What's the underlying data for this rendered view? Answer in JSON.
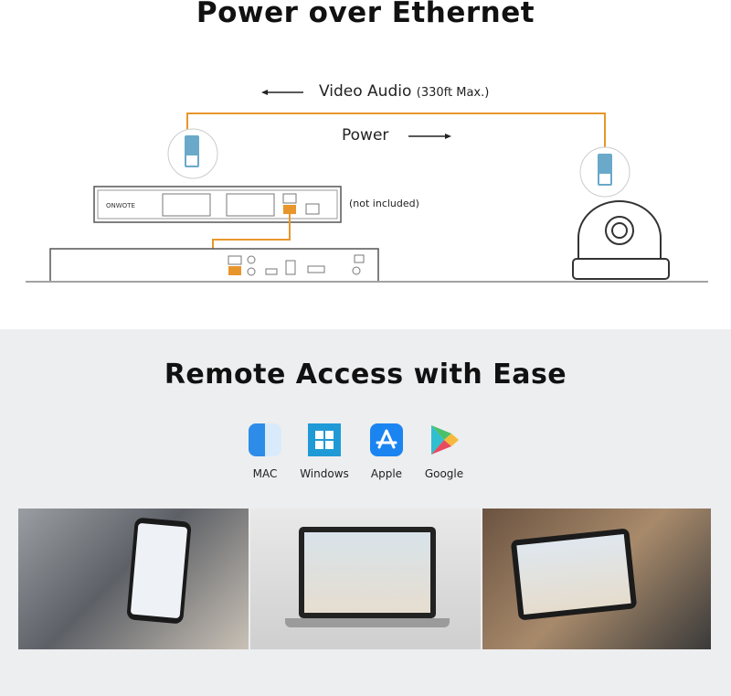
{
  "poe": {
    "title": "Power over Ethernet",
    "video_audio_label": "Video Audio",
    "distance_label": "(330ft Max.)",
    "power_label": "Power",
    "switch_brand": "ONWOTE",
    "not_included_label": "(not included)",
    "cable_color": "#e8962c"
  },
  "remote": {
    "title": "Remote Access with Ease",
    "platforms": [
      {
        "label": "MAC",
        "icon": "finder-icon"
      },
      {
        "label": "Windows",
        "icon": "windows-icon"
      },
      {
        "label": "Apple",
        "icon": "app-store-icon"
      },
      {
        "label": "Google",
        "icon": "google-play-icon"
      }
    ]
  }
}
